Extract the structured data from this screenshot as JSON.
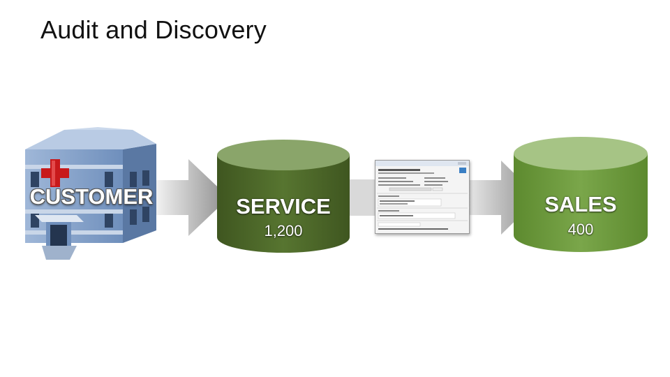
{
  "title": "Audit and Discovery",
  "nodes": {
    "customer": {
      "label": "CUSTOMER"
    },
    "service": {
      "label": "SERVICE",
      "value": "1,200"
    },
    "sales": {
      "label": "SALES",
      "value": "400"
    }
  },
  "colors": {
    "service_dark": "#4f6a2a",
    "service_top": "#8aa56a",
    "sales_body": "#6f9a3e",
    "sales_top": "#a6c485",
    "arrow_gray": "#9a9a9a",
    "building_blue": "#7d9bc4"
  },
  "icons": {
    "customer": "hospital-building-icon",
    "document": "dialog-window-screenshot-icon"
  }
}
